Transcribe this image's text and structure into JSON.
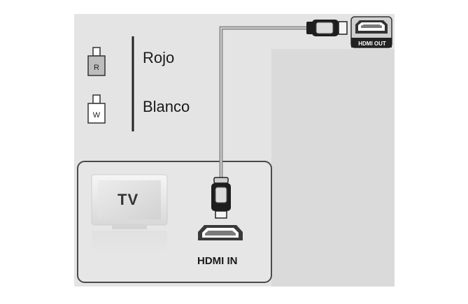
{
  "legend": {
    "red": {
      "letter": "R",
      "label": "Rojo",
      "icon": "rca-plug-icon"
    },
    "white": {
      "letter": "W",
      "label": "Blanco",
      "icon": "rca-plug-icon"
    }
  },
  "tv": {
    "label": "TV",
    "port_label": "HDMI IN"
  },
  "device": {
    "port_label": "HDMI OUT"
  },
  "colors": {
    "background": "#e6e6e6",
    "panel": "#d9d9d9",
    "cable": "#8c8c8c"
  }
}
